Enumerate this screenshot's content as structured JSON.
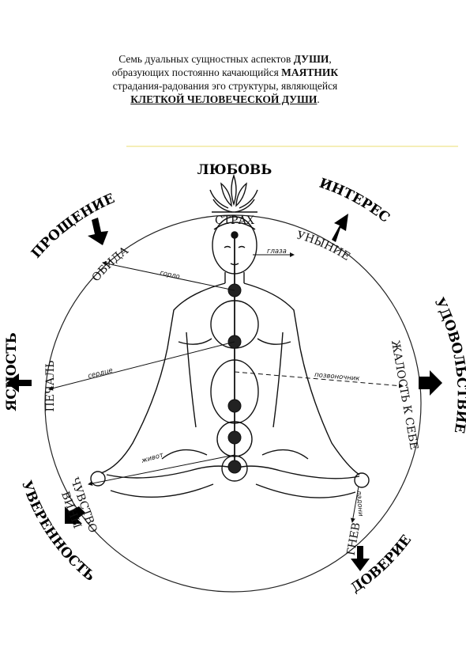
{
  "header": {
    "line1_a": "Семь дуальных сущностных аспектов ",
    "line1_b": "ДУШИ",
    "line1_c": ",",
    "line2_a": "образующих постоянно качающийся ",
    "line2_b": "МАЯТНИК",
    "line3": "страдания-радования эго структуры, являющейся",
    "line4": "КЛЕТКОЙ ЧЕЛОВЕЧЕСКОЙ ДУШИ",
    "line4_end": "."
  },
  "outer_words": {
    "top": "ЛЮБОВЬ",
    "upper_left": "ПРОЩЕНИЕ",
    "upper_right": "ИНТЕРЕС",
    "left": "ЯСНОСТЬ",
    "right": "УДОВОЛЬСТВИЕ",
    "lower_left": "УВЕРЕННОСТЬ",
    "lower_right": "ДОВЕРИЕ"
  },
  "inner_words": {
    "top": "СТРАХ",
    "upper_left": "ОБИДА",
    "upper_right": "УНЫНИЕ",
    "left": "ПЕЧАЛЬ",
    "right": "ЖАЛОСТЬ К СЕБЕ",
    "lower_left_1": "ЧУВСТВО",
    "lower_left_2": "ВИНЫ",
    "lower_right": "ГНЕВ"
  },
  "body_labels": {
    "throat": "горло",
    "eyes": "глаза",
    "heart": "сердце",
    "spine": "позвоночник",
    "belly": "живот",
    "hands": "ладони"
  }
}
